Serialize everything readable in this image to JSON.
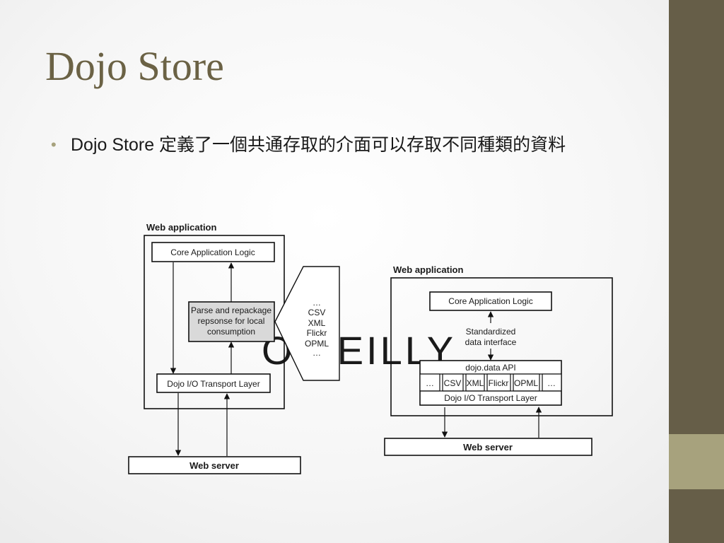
{
  "slide": {
    "title": "Dojo Store",
    "bullet": "Dojo Store 定義了一個共通存取的介面可以存取不同種類的資料"
  },
  "diagram": {
    "watermark": "O'REILLY",
    "left": {
      "header": "Web application",
      "core_logic": "Core Application Logic",
      "parse_lines": [
        "Parse and repackage",
        "repsonse for local",
        "consumption"
      ],
      "transport": "Dojo I/O Transport Layer",
      "formats": [
        "…",
        "CSV",
        "XML",
        "Flickr",
        "OPML",
        "…"
      ],
      "server": "Web server"
    },
    "right": {
      "header": "Web application",
      "core_logic": "Core Application Logic",
      "interface_lines": [
        "Standardized",
        "data interface"
      ],
      "api": "dojo.data API",
      "formats": [
        "…",
        "CSV",
        "XML",
        "Flickr",
        "OPML",
        "…"
      ],
      "transport": "Dojo I/O Transport Layer",
      "server": "Web server"
    }
  },
  "colors": {
    "title": "#6b6245",
    "sidebar": "#665e48",
    "sidebar_accent": "#a7a27d",
    "bullet_dot": "#a7a27d",
    "parse_box_fill": "#d9d9d9"
  }
}
